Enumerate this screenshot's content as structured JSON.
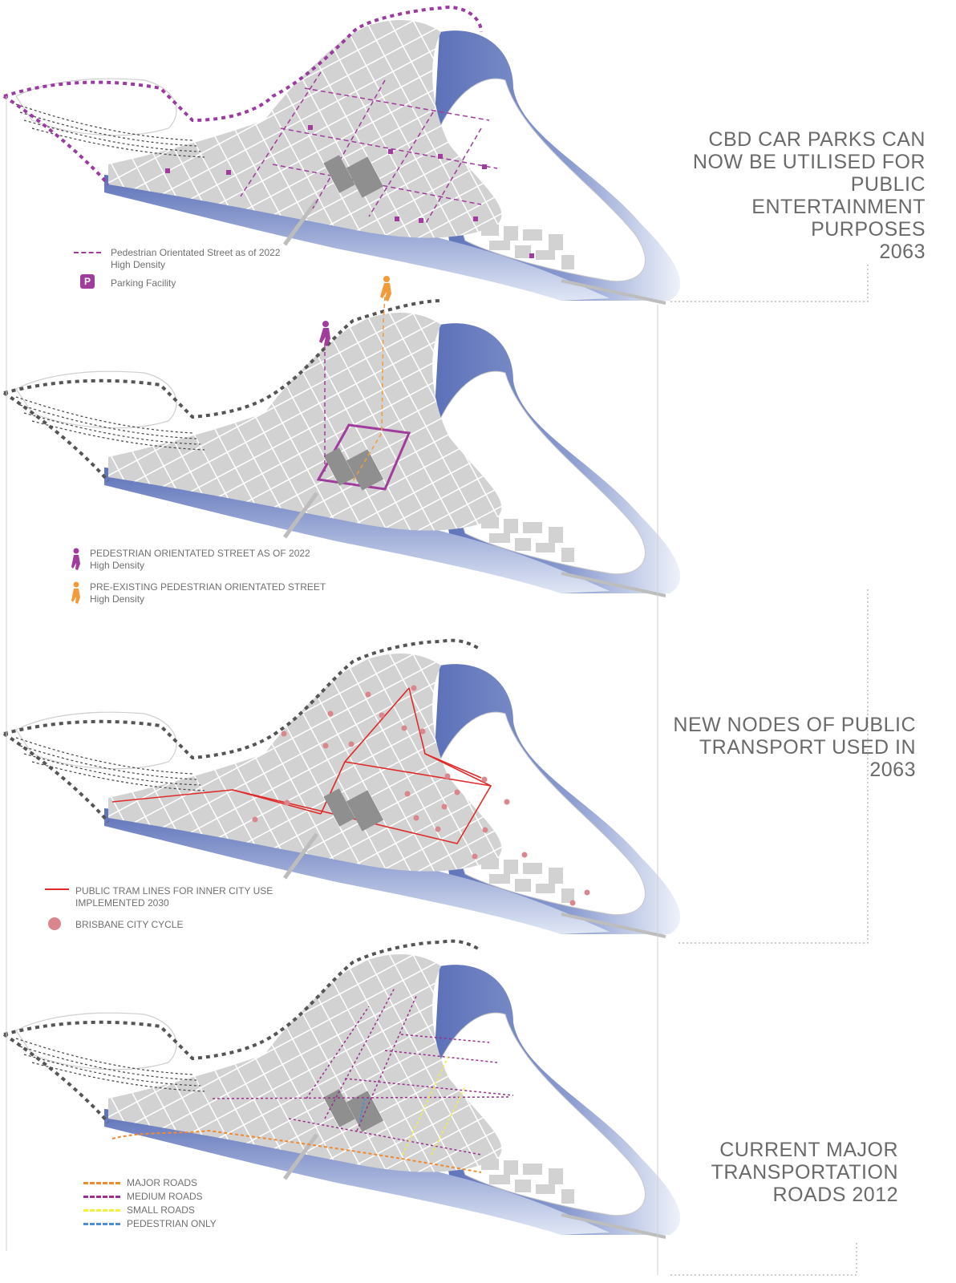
{
  "colors": {
    "water_dark": "#5b70b8",
    "water_light": "#e9eef8",
    "block": "#d2d2d2",
    "block_dark": "#8f8f8f",
    "boundary_purple": "#9b3aa0",
    "boundary_grey": "#555555",
    "pedestrian_purple": "#a03c9c",
    "pedestrian_orange": "#f39a3a",
    "tram_red": "#e02a2a",
    "cycle_dot": "#d9868c",
    "major_road": "#f08a30",
    "medium_road": "#9a2f8e",
    "small_road": "#f3ef3a",
    "pedestrian_only": "#4f8ed0"
  },
  "panels": [
    {
      "id": "car-parks",
      "caption": [
        "CBD CAR PARKS CAN",
        "NOW BE UTILISED FOR",
        "PUBLIC",
        "ENTERTAINMENT",
        "PURPOSES",
        "2063"
      ],
      "legend": [
        {
          "symbol": "dash-purple",
          "label": "Pedestrian Orientated Street as of 2022",
          "sub": "High Density"
        },
        {
          "symbol": "parking-icon",
          "icon_text": "P",
          "label": "Parking Facility",
          "sub": ""
        }
      ]
    },
    {
      "id": "pedestrian",
      "caption": [],
      "legend": [
        {
          "symbol": "walker-purple",
          "label": "PEDESTRIAN ORIENTATED STREET AS OF 2022",
          "sub": "High Density"
        },
        {
          "symbol": "walker-orange",
          "label": "PRE-EXISTING PEDESTRIAN ORIENTATED STREET",
          "sub": "High Density"
        }
      ]
    },
    {
      "id": "public-transport",
      "caption": [
        "NEW NODES OF PUBLIC",
        "TRANSPORT USED IN",
        "2063"
      ],
      "legend": [
        {
          "symbol": "line-red",
          "label": "PUBLIC TRAM LINES FOR INNER CITY USE",
          "sub": "IMPLEMENTED 2030"
        },
        {
          "symbol": "dot-pink",
          "label": "BRISBANE CITY CYCLE",
          "sub": ""
        }
      ]
    },
    {
      "id": "roads",
      "caption": [
        "CURRENT MAJOR",
        "TRANSPORTATION",
        "ROADS 2012"
      ],
      "legend": [
        {
          "symbol": "dash-orange",
          "label": "MAJOR ROADS",
          "sub": ""
        },
        {
          "symbol": "dash-purple",
          "label": "MEDIUM ROADS",
          "sub": ""
        },
        {
          "symbol": "dash-yellow",
          "label": "SMALL ROADS",
          "sub": ""
        },
        {
          "symbol": "dash-blue",
          "label": "PEDESTRIAN ONLY",
          "sub": ""
        }
      ]
    }
  ]
}
